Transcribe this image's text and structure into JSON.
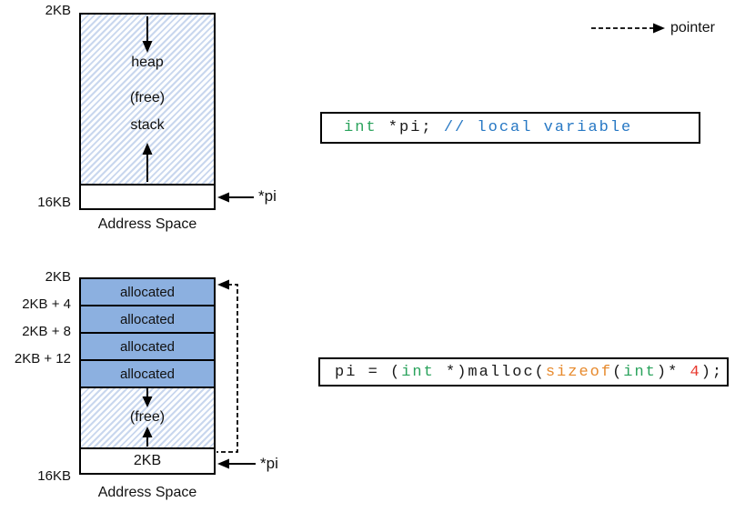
{
  "legend": {
    "pointer_label": "pointer"
  },
  "diagram1": {
    "top_address": "2KB",
    "bottom_address": "16KB",
    "heap_label": "heap",
    "free_label": "(free)",
    "stack_label": "stack",
    "pointer_label": "*pi",
    "caption": "Address Space"
  },
  "diagram2": {
    "address_labels": [
      "2KB",
      "2KB + 4",
      "2KB + 8",
      "2KB + 12"
    ],
    "bottom_address": "16KB",
    "allocated_rows": [
      "allocated",
      "allocated",
      "allocated",
      "allocated"
    ],
    "free_label": "(free)",
    "pointed_block_label": "2KB",
    "pointer_label": "*pi",
    "caption": "Address Space"
  },
  "code1": {
    "tokens": [
      {
        "text": "int",
        "color": "#2aa35c"
      },
      {
        "text": " *pi; ",
        "color": "#1a1a1a"
      },
      {
        "text": "// local variable",
        "color": "#2778c4"
      }
    ]
  },
  "code2": {
    "tokens": [
      {
        "text": "pi = (",
        "color": "#1a1a1a"
      },
      {
        "text": "int",
        "color": "#2aa35c"
      },
      {
        "text": " *)malloc(",
        "color": "#1a1a1a"
      },
      {
        "text": "sizeof",
        "color": "#e78a2d"
      },
      {
        "text": "(",
        "color": "#1a1a1a"
      },
      {
        "text": "int",
        "color": "#2aa35c"
      },
      {
        "text": ")* ",
        "color": "#1a1a1a"
      },
      {
        "text": "4",
        "color": "#e8382e"
      },
      {
        "text": ");",
        "color": "#1a1a1a"
      }
    ]
  },
  "colors": {
    "allocated_fill": "#8cb0e0",
    "hatch_stripe": "#c9d7ee",
    "keyword_green": "#2aa35c",
    "comment_blue": "#2778c4",
    "sizeof_orange": "#e78a2d",
    "number_red": "#e8382e",
    "line_black": "#000000"
  }
}
